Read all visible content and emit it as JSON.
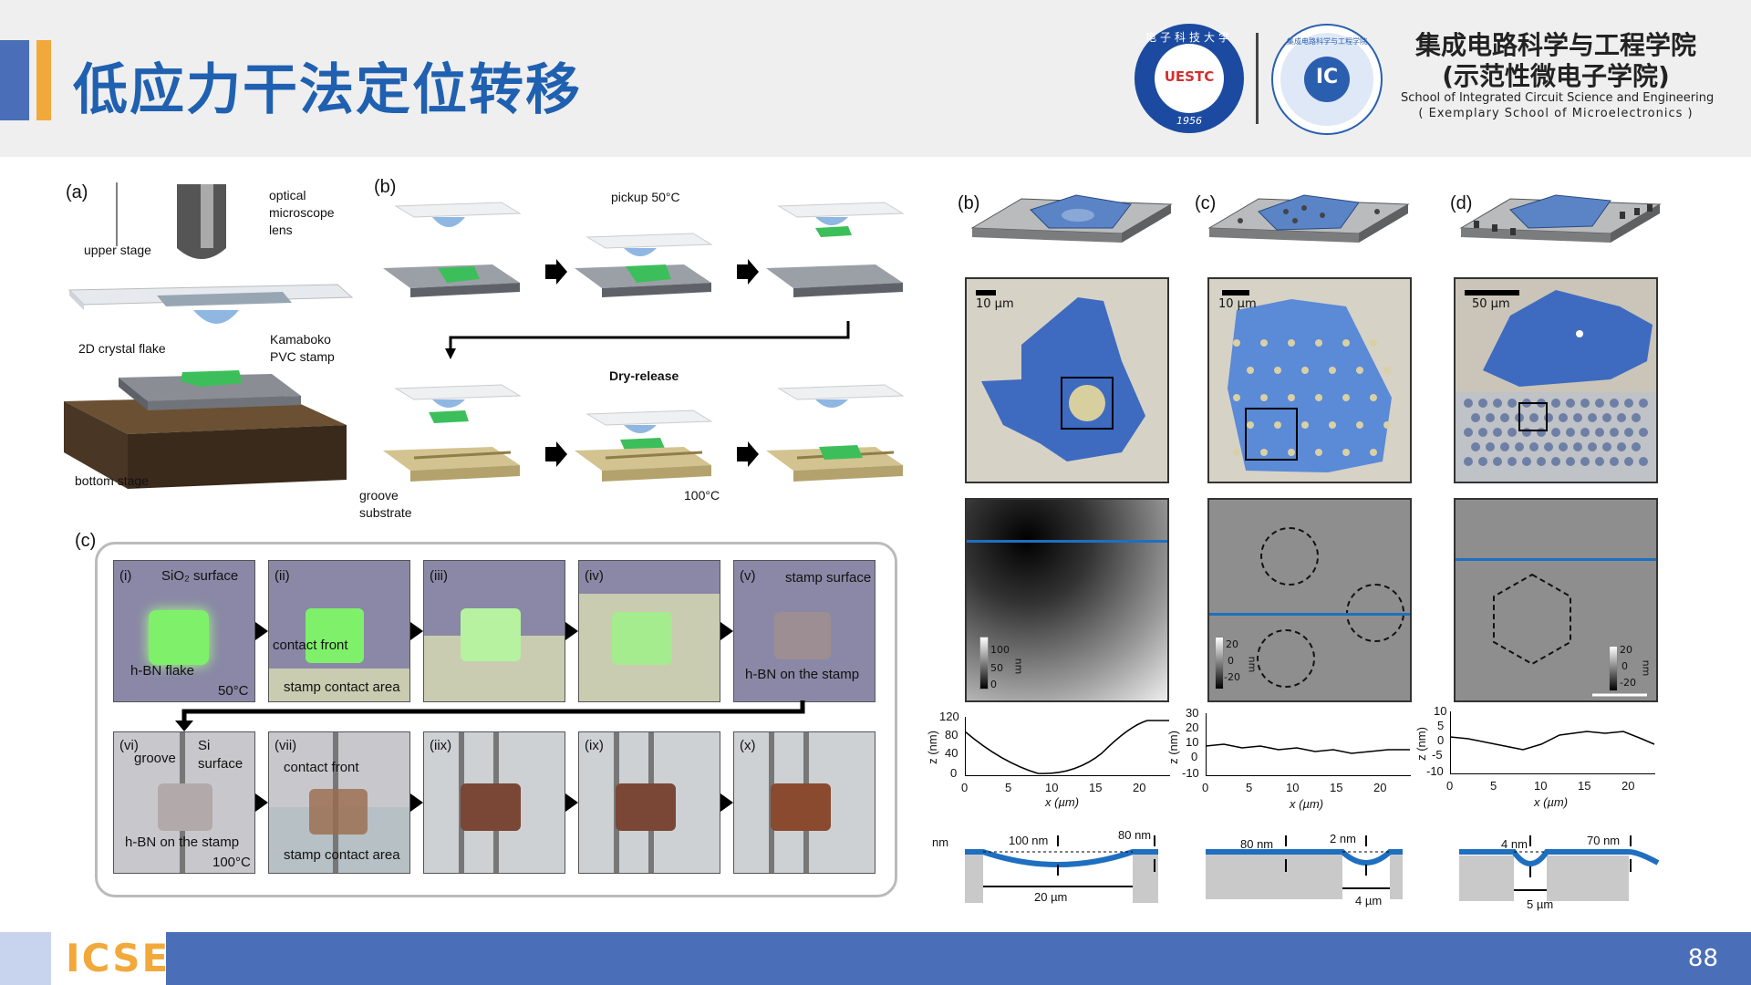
{
  "header": {
    "title": "低应力干法定位转移",
    "uestc_logo_text": "UESTC",
    "uestc_year": "1956",
    "uestc_arc_text": "电子科技大学",
    "ic_logo_text": "IC",
    "ic_arc_text": "集成电路科学与工程学院",
    "institute_cn_line1": "集成电路科学与工程学院",
    "institute_cn_line2": "(示范性微电子学院)",
    "institute_en_line1": "School of Integrated Circuit Science and Engineering",
    "institute_en_line2": "( Exemplary School of Microelectronics )"
  },
  "footer": {
    "logo": "ICSE",
    "page_number": "88"
  },
  "panel_a": {
    "label": "(a)",
    "lens_label_1": "optical",
    "lens_label_2": "microscope",
    "lens_label_3": "lens",
    "upper_stage": "upper stage",
    "stamp_label_1": "Kamaboko",
    "stamp_label_2": "PVC stamp",
    "flake_label": "2D crystal flake",
    "bottom_stage": "bottom stage"
  },
  "panel_b": {
    "label": "(b)",
    "pickup": "pickup 50°C",
    "dry_release": "Dry-release",
    "groove_1": "groove",
    "groove_2": "substrate",
    "temp_100": "100°C"
  },
  "panel_c": {
    "label": "(c)",
    "tiles_row1": [
      {
        "id": "(i)",
        "text1": "SiO₂ surface",
        "text2": "h-BN flake",
        "text3": "50°C"
      },
      {
        "id": "(ii)",
        "text1": "contact front",
        "text2": "stamp contact area"
      },
      {
        "id": "(iii)"
      },
      {
        "id": "(iv)"
      },
      {
        "id": "(v)",
        "text1": "stamp surface",
        "text2": "h-BN on the stamp"
      }
    ],
    "tiles_row2": [
      {
        "id": "(vi)",
        "text1": "Si",
        "text2": "surface",
        "text3": "groove",
        "text4": "h-BN on the stamp",
        "text5": "100°C"
      },
      {
        "id": "(vii)",
        "text1": "contact front",
        "text2": "stamp contact area"
      },
      {
        "id": "(iix)"
      },
      {
        "id": "(ix)"
      },
      {
        "id": "(x)"
      }
    ]
  },
  "right_panels": [
    {
      "label": "(b)",
      "scale": "10 µm",
      "afm_scale": [
        "100",
        "50",
        "0"
      ],
      "afm_unit": "nm",
      "profile_ylabel": "z (nm)",
      "profile_xlabel": "x (µm)",
      "yticks": [
        "120",
        "80",
        "40",
        "0"
      ],
      "xticks": [
        "0",
        "5",
        "10",
        "15",
        "20"
      ],
      "sketch": {
        "nm_left": "nm",
        "d1": "100 nm",
        "d2": "80 nm",
        "width": "20 µm"
      }
    },
    {
      "label": "(c)",
      "scale": "10 µm",
      "afm_scale": [
        "20",
        "0",
        "-20"
      ],
      "afm_unit": "nm",
      "profile_ylabel": "z (nm)",
      "profile_xlabel": "x (µm)",
      "yticks": [
        "30",
        "20",
        "10",
        "0",
        "-10"
      ],
      "xticks": [
        "0",
        "5",
        "10",
        "15",
        "20"
      ],
      "sketch": {
        "d1": "80 nm",
        "d2": "2 nm",
        "width": "4 µm"
      }
    },
    {
      "label": "(d)",
      "scale": "50 µm",
      "afm_scale": [
        "20",
        "0",
        "-20"
      ],
      "afm_unit": "nm",
      "profile_ylabel": "z (nm)",
      "profile_xlabel": "x (µm)",
      "yticks": [
        "10",
        "5",
        "0",
        "-5",
        "-10"
      ],
      "xticks": [
        "0",
        "5",
        "10",
        "15",
        "20"
      ],
      "sketch": {
        "d1": "4 nm",
        "d2": "70 nm",
        "width": "5 µm"
      }
    }
  ],
  "colors": {
    "title_blue": "#2060b0",
    "accent_orange": "#f2a93b",
    "footer_blue": "#4a6fb8",
    "flake_green": "#3cbf5a",
    "afm_line_blue": "#1f6fc0"
  }
}
